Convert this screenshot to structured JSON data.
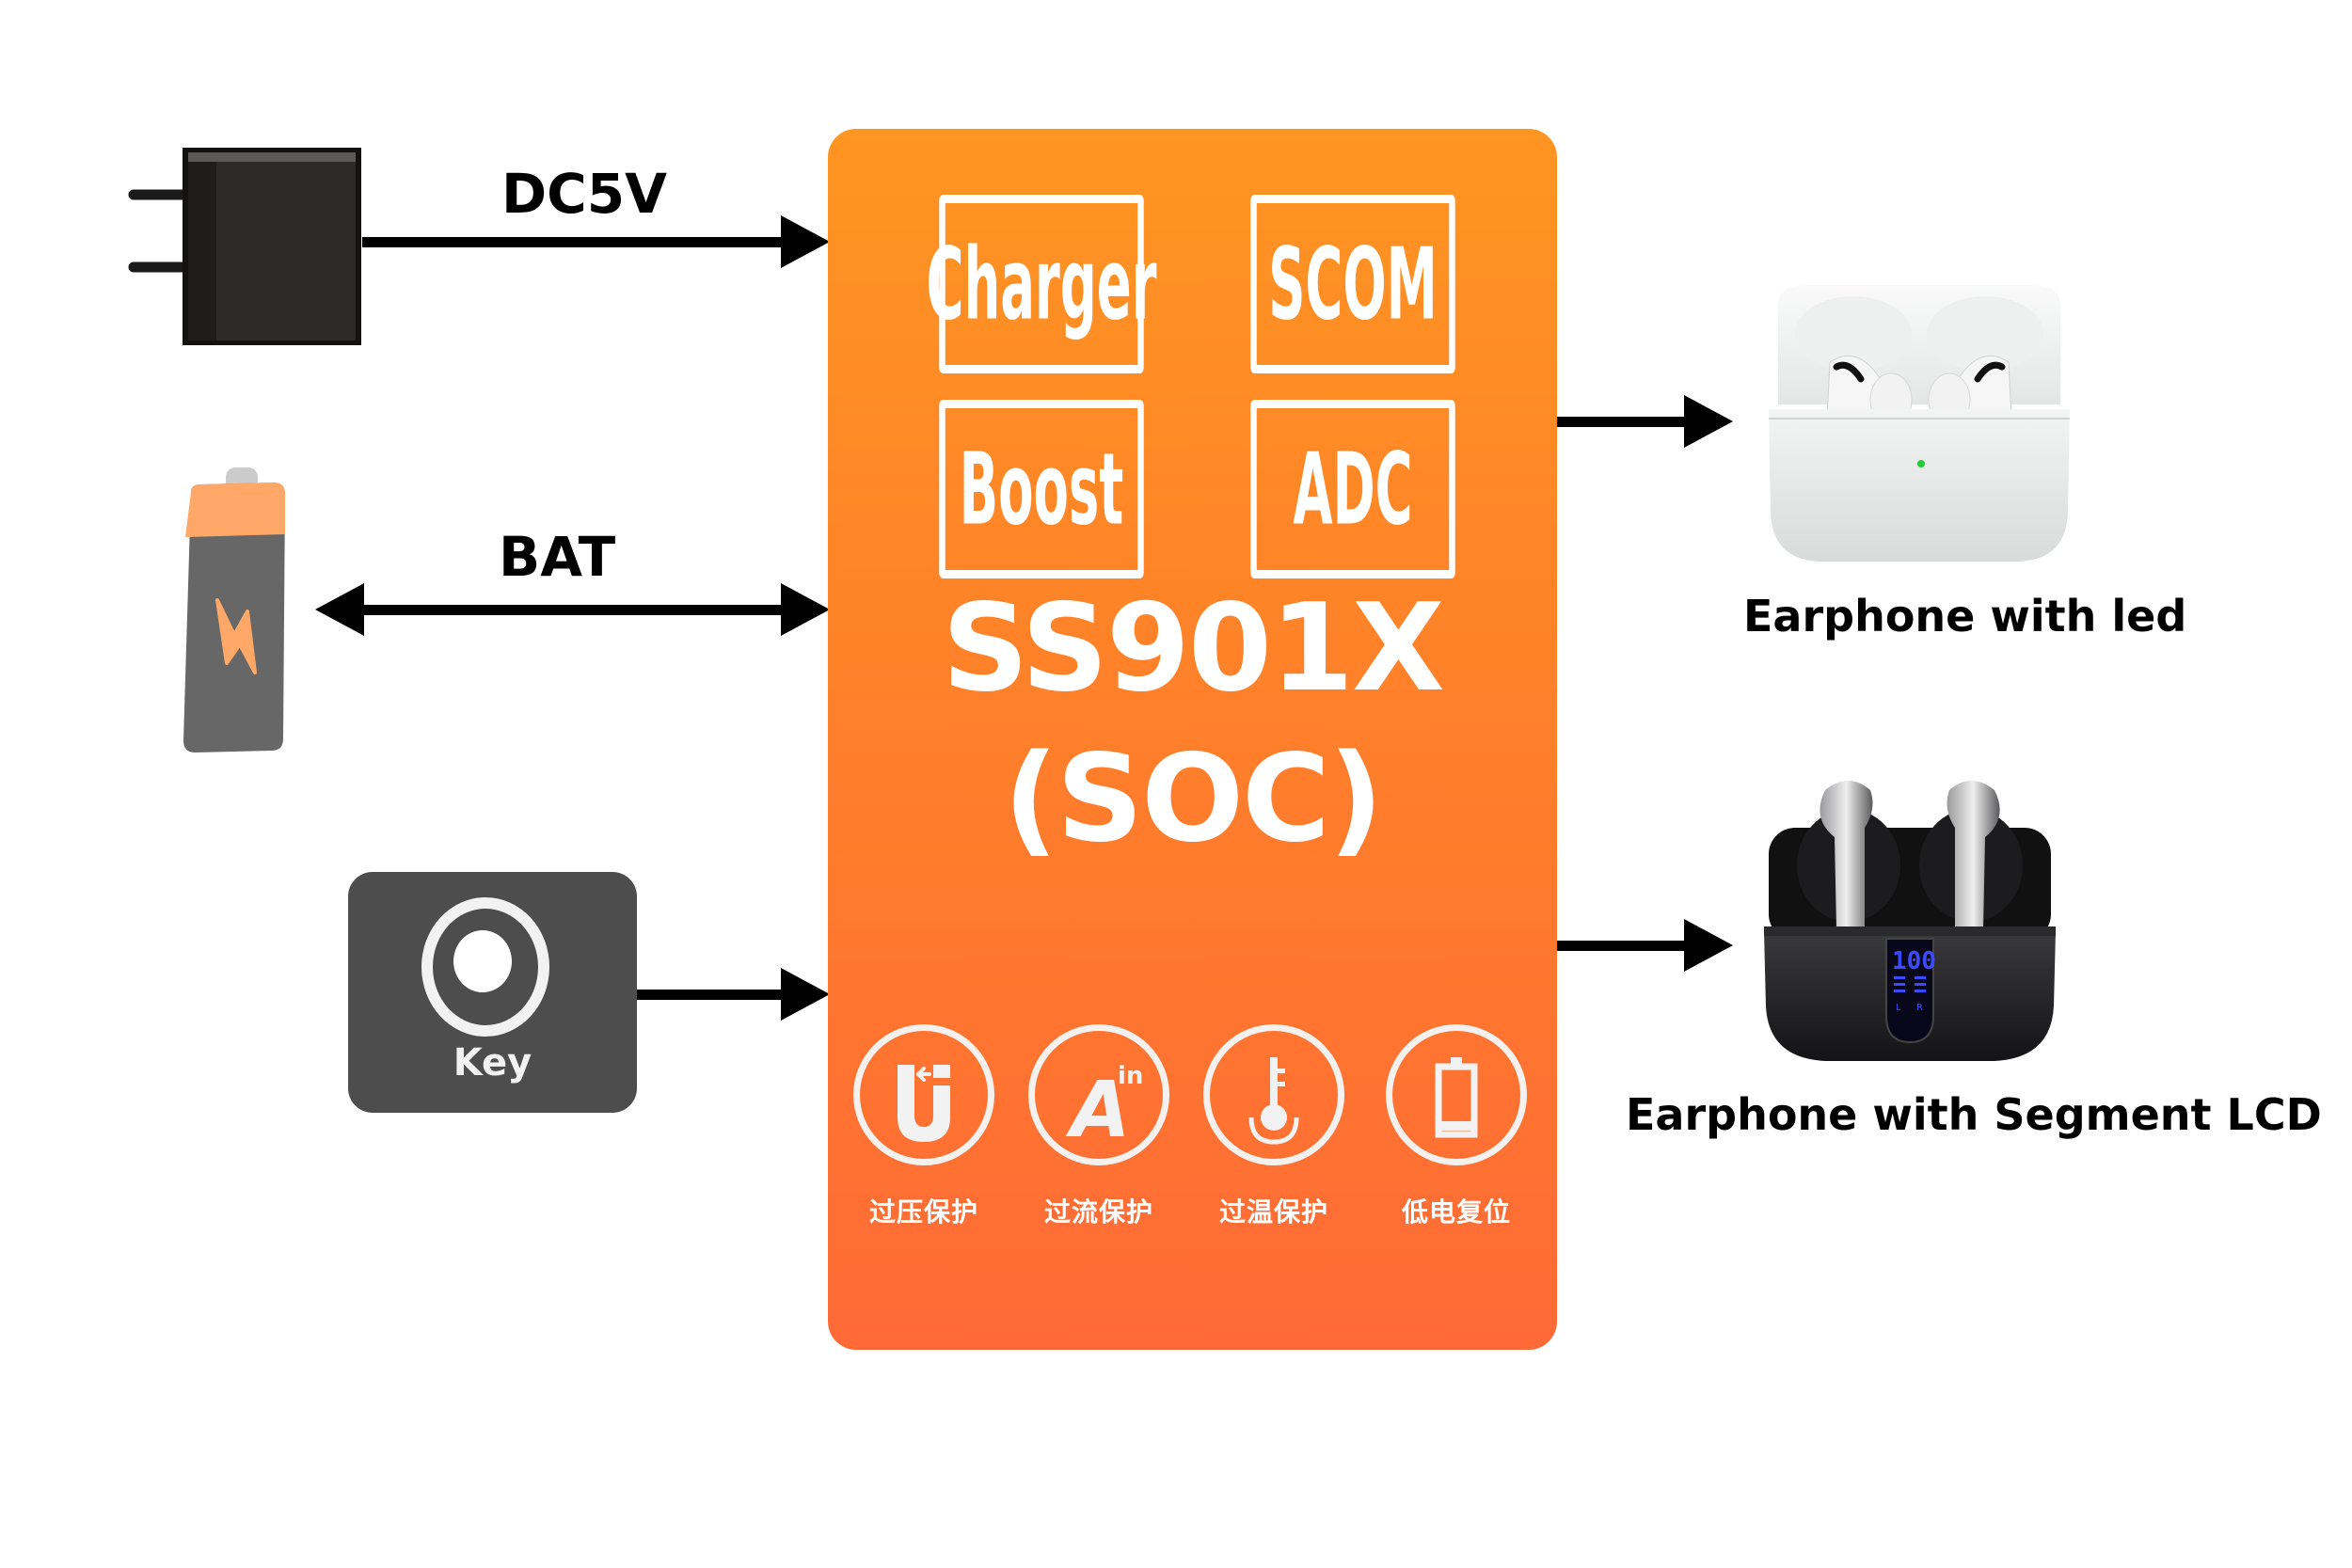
{
  "diagram": {
    "inputs": {
      "adapter": {
        "icon": "power-adapter-icon",
        "connector_label": "DC5V",
        "direction": "to-soc"
      },
      "battery": {
        "icon": "battery-icon",
        "connector_label": "BAT",
        "direction": "bidirectional"
      },
      "key": {
        "icon": "button-key-icon",
        "label": "Key",
        "direction": "to-soc"
      }
    },
    "soc": {
      "modules": [
        "Charger",
        "SCOM",
        "Boost",
        "ADC"
      ],
      "title_line1": "SS901X",
      "title_line2": "(SOC)",
      "protections": [
        {
          "icon": "over-voltage-icon",
          "label": "过压保护"
        },
        {
          "icon": "over-current-icon",
          "label": "过流保护",
          "icon_text": "A",
          "icon_sup": "in"
        },
        {
          "icon": "over-temperature-icon",
          "label": "过温保护"
        },
        {
          "icon": "low-battery-reset-icon",
          "label": "低电复位"
        }
      ],
      "colors": {
        "gradient_top": "#FF9522",
        "gradient_bottom": "#FF6A37",
        "foreground": "#FFFFFF"
      }
    },
    "outputs": [
      {
        "icon": "earphone-case-led-image",
        "label": "Earphone with led",
        "led_color": "#22CC33"
      },
      {
        "icon": "earphone-case-lcd-image",
        "label": "Earphone with Segment LCD",
        "lcd_reading": "100",
        "lcd_channels": [
          "L",
          "R"
        ],
        "lcd_color": "#3A4BFF"
      }
    ]
  }
}
